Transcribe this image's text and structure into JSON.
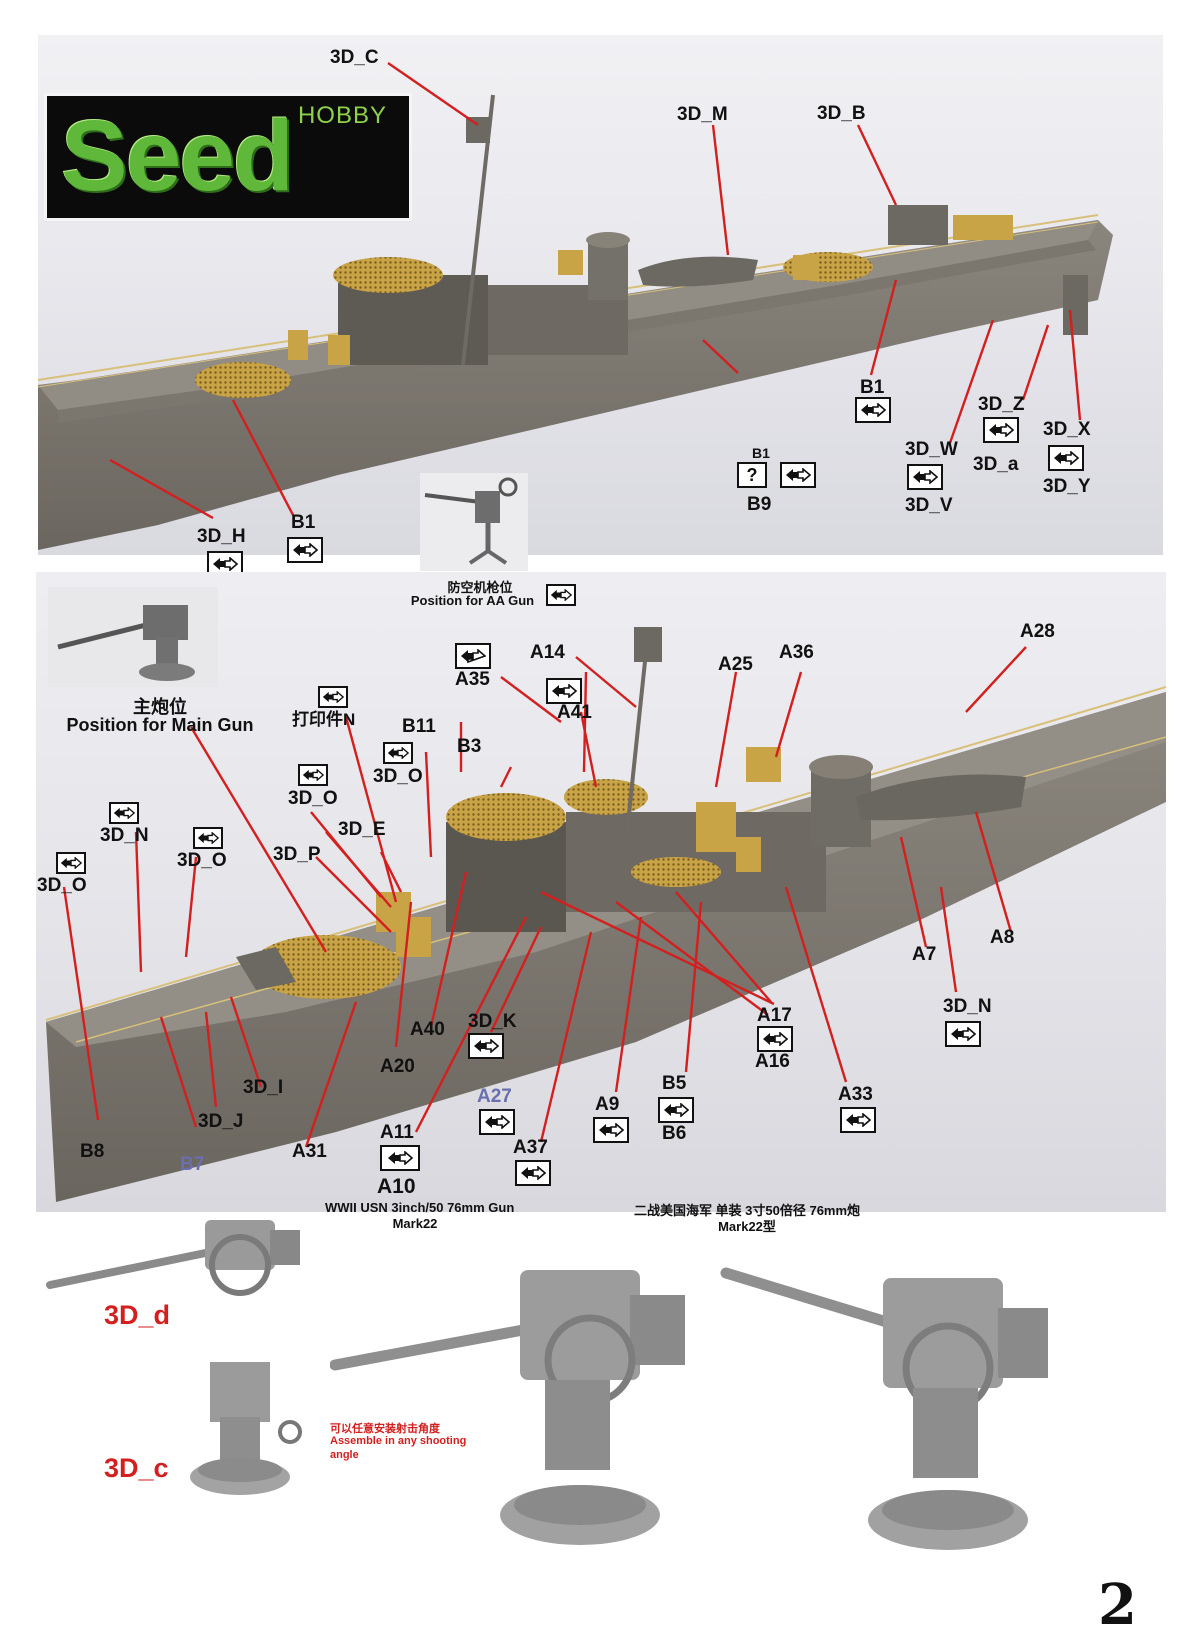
{
  "logo": {
    "brand": "Seed",
    "sub": "HOBBY"
  },
  "page_number": "2",
  "top_labels": {
    "c3d_c": "3D_C",
    "c3d_m": "3D_M",
    "c3d_b": "3D_B",
    "b1_right": "B1",
    "c3d_z": "3D_Z",
    "c3d_a": "3D_a",
    "c3d_x": "3D_X",
    "c3d_y": "3D_Y",
    "c3d_w": "3D_W",
    "c3d_v": "3D_V",
    "b1_small": "B1",
    "q_mark": "?",
    "b9": "B9",
    "c3d_h": "3D_H",
    "b1_low": "B1"
  },
  "bottom_labels": {
    "aa_cn": "防空机枪位",
    "aa_en": "Position for AA Gun",
    "main_cn": "主炮位",
    "main_en": "Position for Main Gun",
    "print_part": "打印件N",
    "a14": "A14",
    "a35": "A35",
    "a41": "A41",
    "a25": "A25",
    "a36": "A36",
    "a28": "A28",
    "b11": "B11",
    "b3": "B3",
    "c3d_o1": "3D_O",
    "c3d_o2": "3D_O",
    "c3d_o3": "3D_O",
    "c3d_o4": "3D_O",
    "c3d_e": "3D_E",
    "c3d_p": "3D_P",
    "c3d_n1": "3D_N",
    "c3d_n2": "3D_N",
    "a7": "A7",
    "a8": "A8",
    "a17": "A17",
    "a16": "A16",
    "a40": "A40",
    "c3d_k": "3D_K",
    "a20": "A20",
    "c3d_i": "3D_I",
    "c3d_j": "3D_J",
    "a31": "A31",
    "b8": "B8",
    "b7": "B7",
    "a27": "A27",
    "a37": "A37",
    "a11": "A11",
    "a10": "A10",
    "a9": "A9",
    "b5": "B5",
    "b6": "B6",
    "a33": "A33"
  },
  "gun_section": {
    "title_en_1": "WWII USN 3inch/50 76mm Gun",
    "title_en_2": "Mark22",
    "title_cn_1": "二战美国海军 单装 3寸50倍径 76mm炮",
    "title_cn_2": "Mark22型",
    "label_d": "3D_d",
    "label_c": "3D_c",
    "note_cn": "可以任意安装射击角度",
    "note_en_1": "Assemble in any shooting",
    "note_en_2": "angle"
  },
  "colors": {
    "leader_line": "#d41f1f",
    "hull": "#7f7a72",
    "brass": "#c9a447",
    "logo_green": "#5fb83a",
    "lavender_label": "#6a6fb0"
  }
}
